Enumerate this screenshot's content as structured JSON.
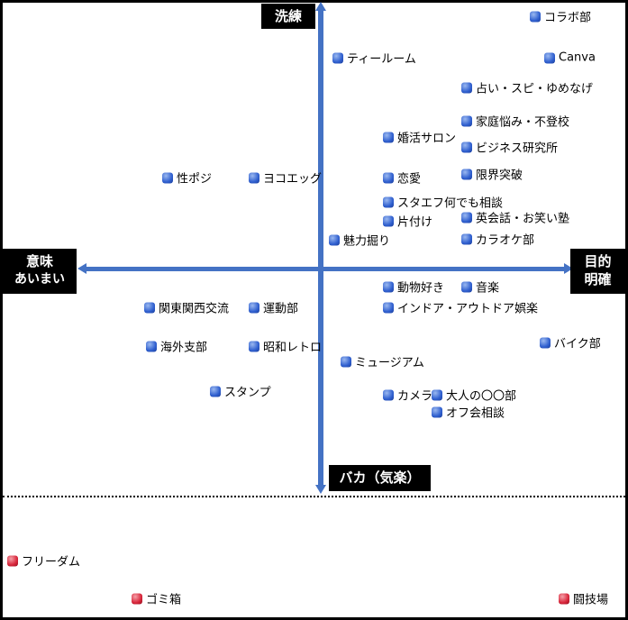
{
  "axes": {
    "top": "洗練",
    "bottom": "バカ（気楽）",
    "left_line1": "意味",
    "left_line2": "あいまい",
    "right_line1": "目的",
    "right_line2": "明確"
  },
  "colors": {
    "axis": "#4472c4",
    "blue_item": "#2f5fcf",
    "red_item": "#d8253a"
  },
  "items": [
    {
      "label": "コラボ部"
    },
    {
      "label": "ティールーム"
    },
    {
      "label": "Canva"
    },
    {
      "label": "占い・スピ・ゆめなげ"
    },
    {
      "label": "家庭悩み・不登校"
    },
    {
      "label": "婚活サロン"
    },
    {
      "label": "ビジネス研究所"
    },
    {
      "label": "性ポジ"
    },
    {
      "label": "ヨコエッグ"
    },
    {
      "label": "恋愛"
    },
    {
      "label": "限界突破"
    },
    {
      "label": "スタエフ何でも相談"
    },
    {
      "label": "片付け"
    },
    {
      "label": "英会話・お笑い塾"
    },
    {
      "label": "魅力掘り"
    },
    {
      "label": "カラオケ部"
    },
    {
      "label": "動物好き"
    },
    {
      "label": "音楽"
    },
    {
      "label": "関東関西交流"
    },
    {
      "label": "運動部"
    },
    {
      "label": "インドア・アウトドア娯楽"
    },
    {
      "label": "バイク部"
    },
    {
      "label": "海外支部"
    },
    {
      "label": "昭和レトロ"
    },
    {
      "label": "ミュージアム"
    },
    {
      "label": "スタンプ"
    },
    {
      "label": "カメラ"
    },
    {
      "label": "大人の〇〇部"
    },
    {
      "label": "オフ会相談"
    }
  ],
  "outside_items": [
    {
      "label": "フリーダム"
    },
    {
      "label": "ゴミ箱"
    },
    {
      "label": "闘技場"
    }
  ]
}
